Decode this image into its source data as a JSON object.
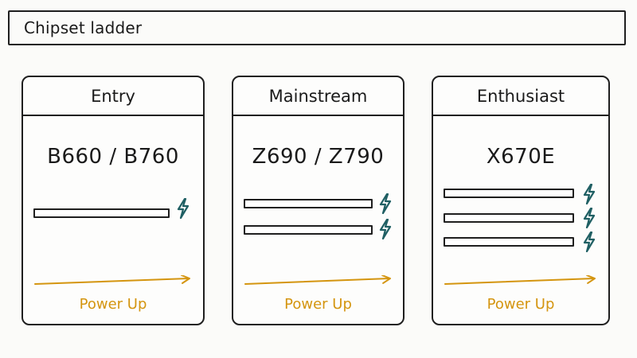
{
  "title": "Chipset ladder",
  "tiers": [
    {
      "name": "Entry",
      "chipsets": "B660 / B760",
      "lanes": 1,
      "footer": "Power Up"
    },
    {
      "name": "Mainstream",
      "chipsets": "Z690 / Z790",
      "lanes": 2,
      "footer": "Power Up"
    },
    {
      "name": "Enthusiast",
      "chipsets": "X670E",
      "lanes": 3,
      "footer": "Power Up"
    }
  ],
  "colors": {
    "outline": "#1f1f1f",
    "bolt": "#1f5f63",
    "accent": "#d4950f"
  },
  "icons": {
    "lane_marker": "lightning-bolt-icon",
    "footer_marker": "arrow-right-icon"
  }
}
